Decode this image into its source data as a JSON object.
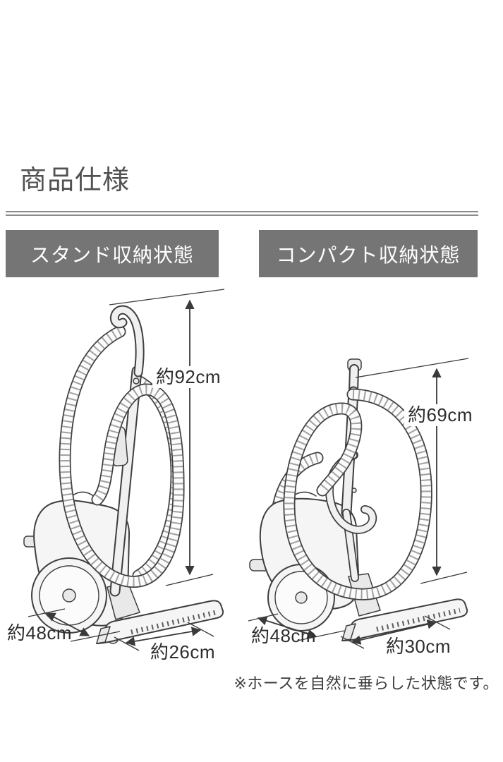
{
  "page": {
    "title": "商品仕様",
    "footnote": "※ホースを自然に垂らした状態です。"
  },
  "panels": [
    {
      "id": "stand",
      "header": "スタンド収納状態",
      "dimensions": {
        "height": "約92cm",
        "depth": "約48cm",
        "width": "約26cm"
      }
    },
    {
      "id": "compact",
      "header": "コンパクト収納状態",
      "dimensions": {
        "height": "約69cm",
        "depth": "約48cm",
        "width": "約30cm"
      }
    }
  ],
  "colors": {
    "background": "#ffffff",
    "header_bg": "#757575",
    "header_text": "#ffffff",
    "title_text": "#515151",
    "divider": "#8b8b8b",
    "line_art": "#3f3f3f",
    "label_text": "#2d2d2d"
  }
}
